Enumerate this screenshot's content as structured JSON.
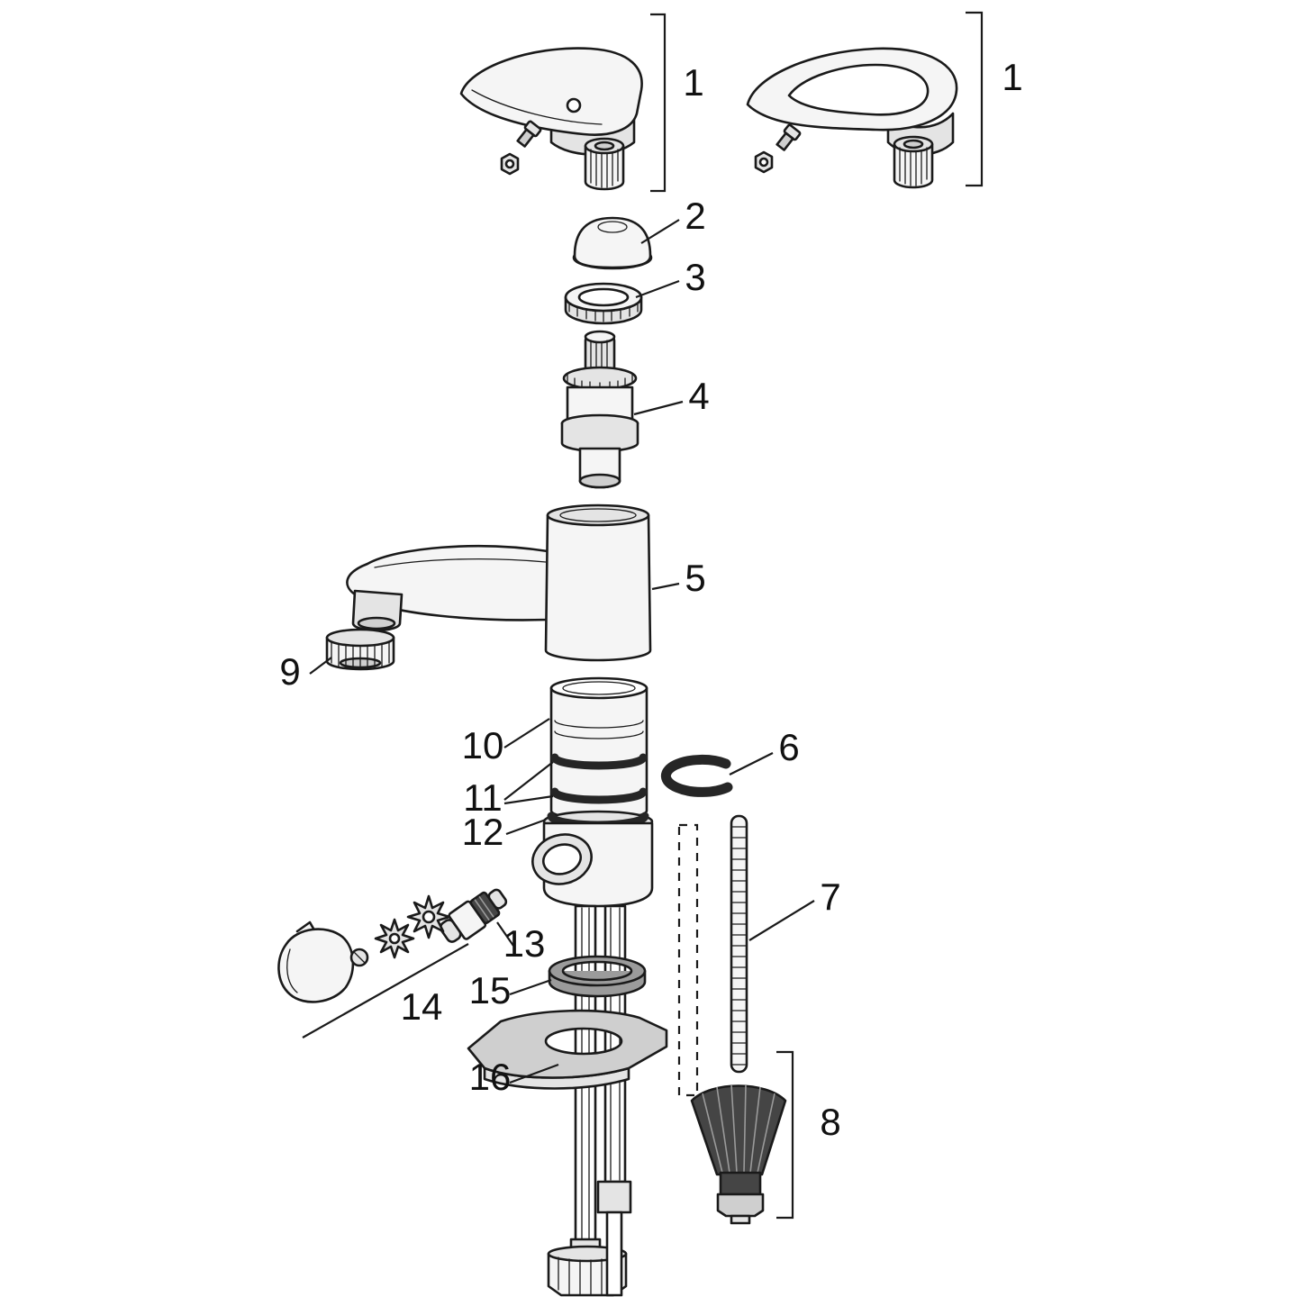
{
  "figure": {
    "type": "exploded-parts-diagram",
    "subject": "single-lever-basin-faucet-spare-parts",
    "background_color": "#ffffff",
    "line_color": "#1a1a1a",
    "dark_part_color": "#454545",
    "callouts": {
      "c1_left": "1",
      "c1_right": "1",
      "c2": "2",
      "c3": "3",
      "c4": "4",
      "c5": "5",
      "c6": "6",
      "c7": "7",
      "c8": "8",
      "c9": "9",
      "c10": "10",
      "c11": "11",
      "c12": "12",
      "c13": "13",
      "c14": "14",
      "c15": "15",
      "c16": "16"
    },
    "parts": [
      {
        "number": "1",
        "name": "lever-handle-solid-blade"
      },
      {
        "number": "1",
        "name": "lever-handle-open-loop"
      },
      {
        "number": "2",
        "name": "dome-cover-cap"
      },
      {
        "number": "3",
        "name": "cartridge-retaining-ring"
      },
      {
        "number": "4",
        "name": "mixer-cartridge"
      },
      {
        "number": "5",
        "name": "faucet-body-with-spout"
      },
      {
        "number": "6",
        "name": "c-clip"
      },
      {
        "number": "7",
        "name": "threaded-mounting-rod"
      },
      {
        "number": "8",
        "name": "mounting-cone-nut"
      },
      {
        "number": "9",
        "name": "aerator"
      },
      {
        "number": "10",
        "name": "body-lower-sleeve"
      },
      {
        "number": "11",
        "name": "o-ring-pair"
      },
      {
        "number": "12",
        "name": "o-ring"
      },
      {
        "number": "13",
        "name": "non-return-valve"
      },
      {
        "number": "14",
        "name": "control-knob-assembly"
      },
      {
        "number": "15",
        "name": "spacer-ring"
      },
      {
        "number": "16",
        "name": "mounting-base-plate"
      }
    ]
  }
}
